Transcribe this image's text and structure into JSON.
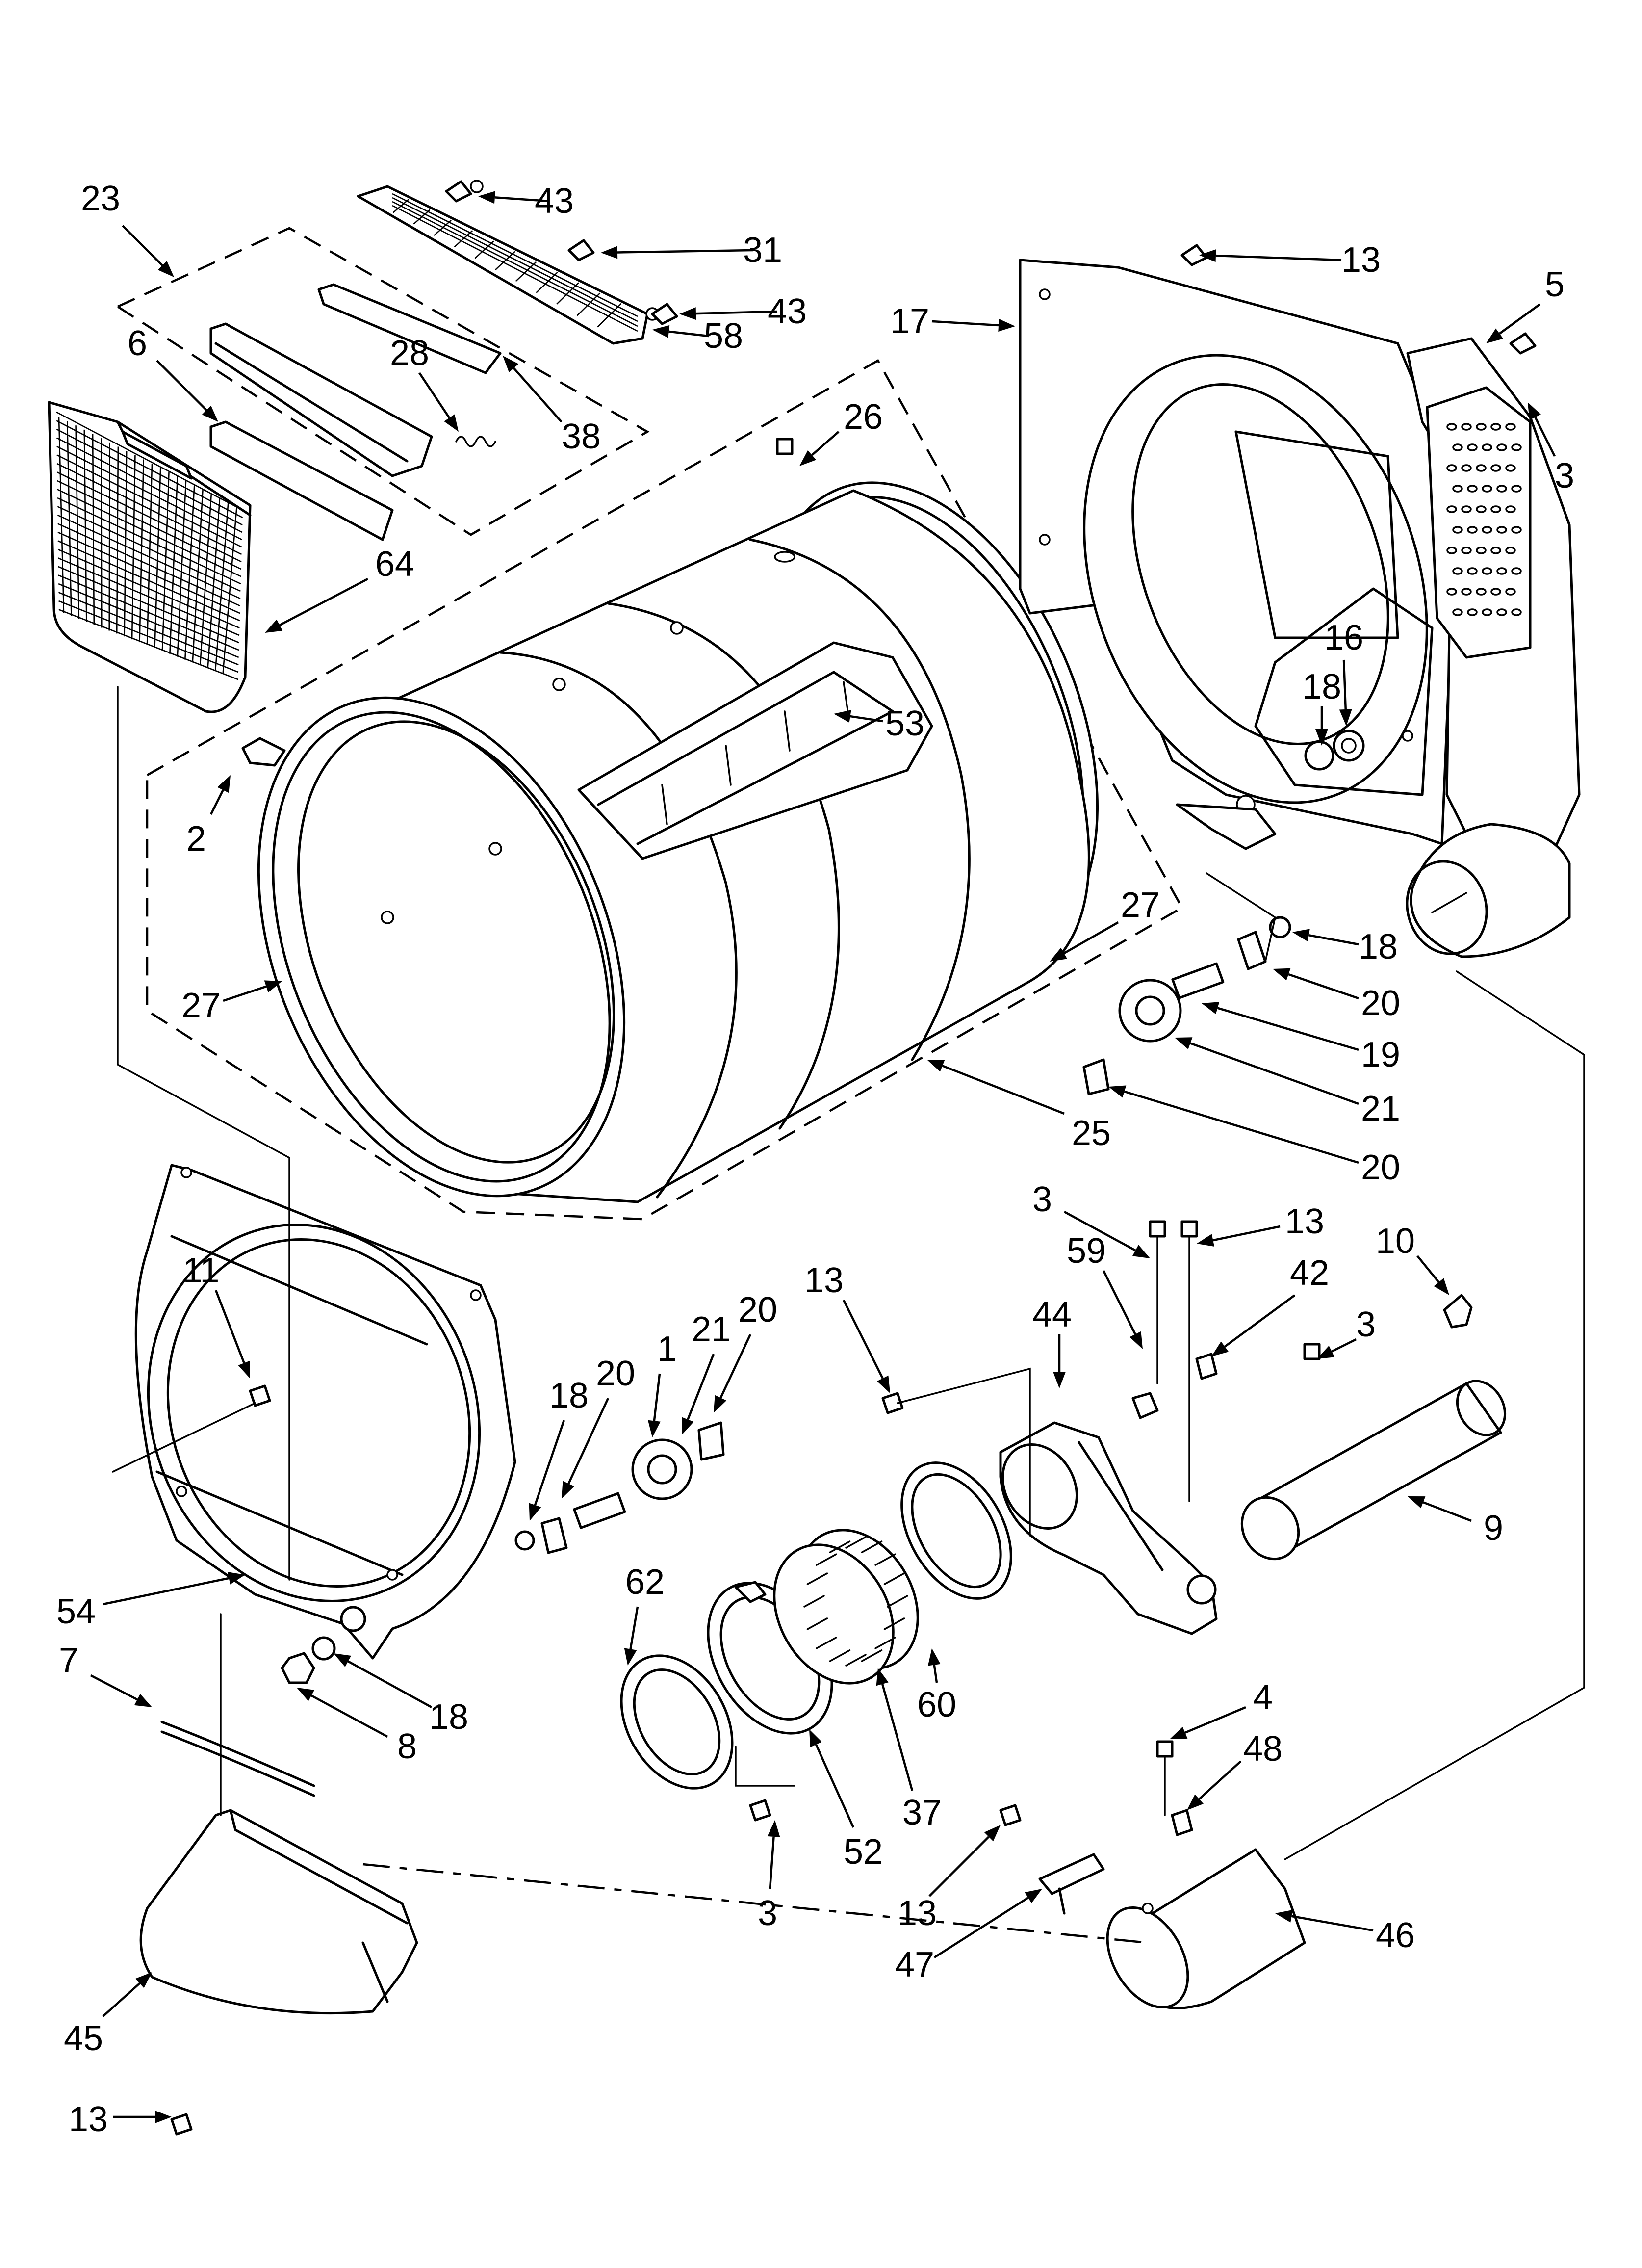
{
  "callouts": [
    {
      "label": "23"
    },
    {
      "label": "43"
    },
    {
      "label": "31"
    },
    {
      "label": "43"
    },
    {
      "label": "58"
    },
    {
      "label": "28"
    },
    {
      "label": "38"
    },
    {
      "label": "6"
    },
    {
      "label": "64"
    },
    {
      "label": "2"
    },
    {
      "label": "26"
    },
    {
      "label": "53"
    },
    {
      "label": "27"
    },
    {
      "label": "27"
    },
    {
      "label": "25"
    },
    {
      "label": "17"
    },
    {
      "label": "13"
    },
    {
      "label": "5"
    },
    {
      "label": "3"
    },
    {
      "label": "16"
    },
    {
      "label": "18"
    },
    {
      "label": "18"
    },
    {
      "label": "20"
    },
    {
      "label": "19"
    },
    {
      "label": "21"
    },
    {
      "label": "20"
    },
    {
      "label": "3"
    },
    {
      "label": "13"
    },
    {
      "label": "59"
    },
    {
      "label": "42"
    },
    {
      "label": "10"
    },
    {
      "label": "44"
    },
    {
      "label": "3"
    },
    {
      "label": "9"
    },
    {
      "label": "13"
    },
    {
      "label": "11"
    },
    {
      "label": "18"
    },
    {
      "label": "20"
    },
    {
      "label": "1"
    },
    {
      "label": "21"
    },
    {
      "label": "20"
    },
    {
      "label": "62"
    },
    {
      "label": "54"
    },
    {
      "label": "7"
    },
    {
      "label": "8"
    },
    {
      "label": "18"
    },
    {
      "label": "60"
    },
    {
      "label": "37"
    },
    {
      "label": "52"
    },
    {
      "label": "3"
    },
    {
      "label": "4"
    },
    {
      "label": "48"
    },
    {
      "label": "13"
    },
    {
      "label": "47"
    },
    {
      "label": "46"
    },
    {
      "label": "45"
    },
    {
      "label": "13"
    }
  ]
}
